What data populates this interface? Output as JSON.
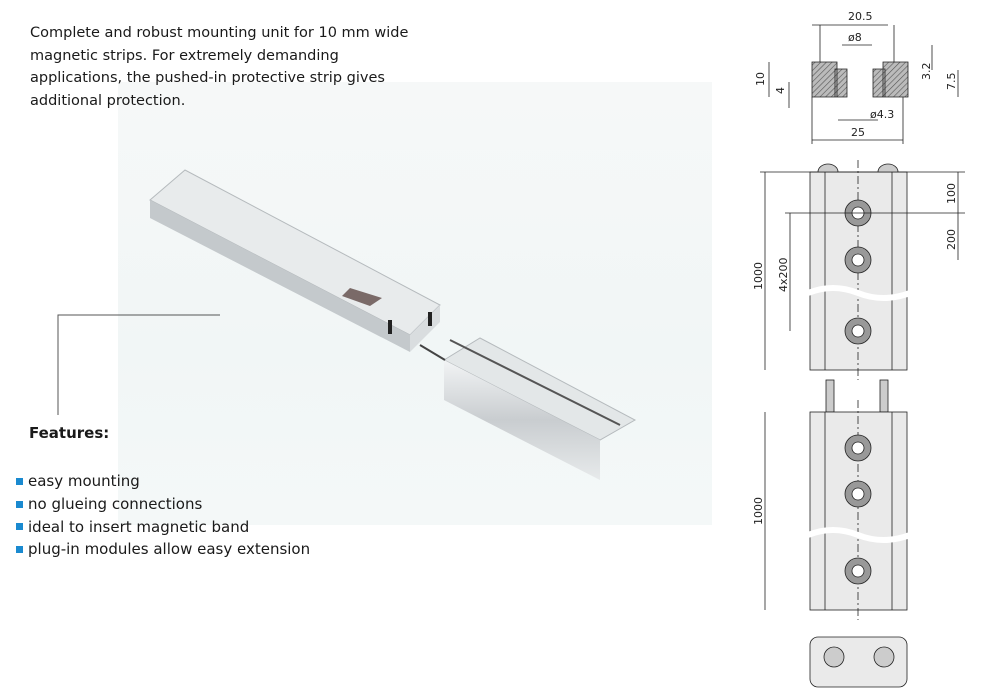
{
  "intro_text": "Complete and robust mounting unit for 10 mm wide magnetic strips. For extremely demanding applications, the pushed-in protective strip gives additional protection.",
  "features": {
    "title": "Features:",
    "items": [
      "easy mounting",
      "no glueing connections",
      "ideal to insert magnetic band",
      "plug-in modules allow easy extension"
    ]
  },
  "drawing": {
    "cross_section": {
      "width_top": "20.5",
      "hole_dia": "ø8",
      "height": "10",
      "slot_depth": "4",
      "upper_offset": "3.2",
      "lower_height": "7.5",
      "bore_dia": "ø4.3",
      "width_total": "25"
    },
    "segment_top": {
      "first_hole": "100",
      "hole_pitch": "200",
      "length": "1000",
      "hole_span": "4x200"
    },
    "segment_bottom": {
      "length": "1000"
    }
  },
  "colors": {
    "bullet": "#1a8ad0"
  }
}
